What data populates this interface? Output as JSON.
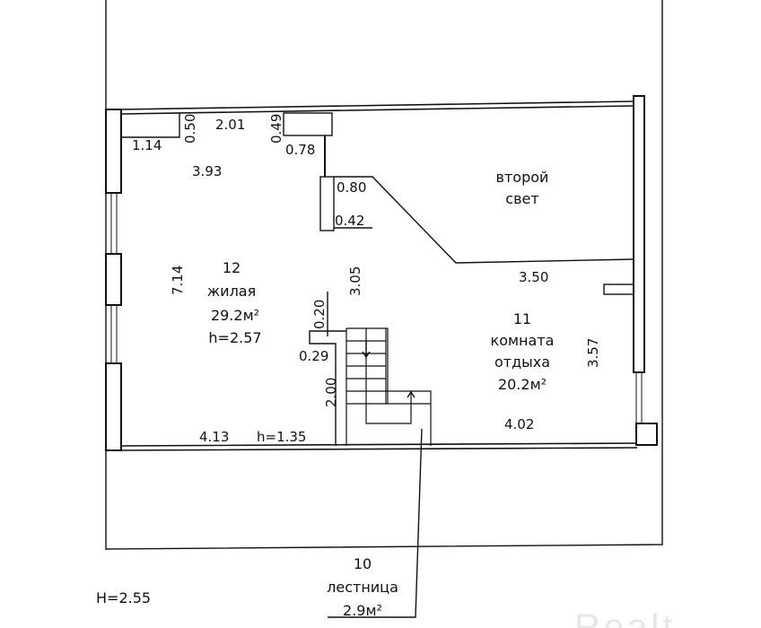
{
  "plan": {
    "overall_height": "H=2.55",
    "watermark": "Realt",
    "rooms": [
      {
        "number": "12",
        "name": "жилая",
        "area": "29.2м²",
        "height": "h=2.57"
      },
      {
        "number": "11",
        "name_line1": "комната",
        "name_line2": "отдыха",
        "area": "20.2м²"
      },
      {
        "number": "10",
        "name": "лестница",
        "area": "2.9м²"
      }
    ],
    "second_light": {
      "line1": "второй",
      "line2": "свет"
    },
    "dimensions": {
      "d_1_14": "1.14",
      "d_0_50": "0.50",
      "d_2_01": "2.01",
      "d_0_49": "0.49",
      "d_0_78": "0.78",
      "d_3_93": "3.93",
      "d_0_80": "0.80",
      "d_0_42": "0.42",
      "d_7_14": "7.14",
      "d_3_05": "3.05",
      "d_0_20": "0.20",
      "d_0_29": "0.29",
      "d_2_00": "2.00",
      "d_4_13": "4.13",
      "h_1_35": "h=1.35",
      "d_3_50": "3.50",
      "d_3_57": "3.57",
      "d_4_02": "4.02"
    }
  }
}
